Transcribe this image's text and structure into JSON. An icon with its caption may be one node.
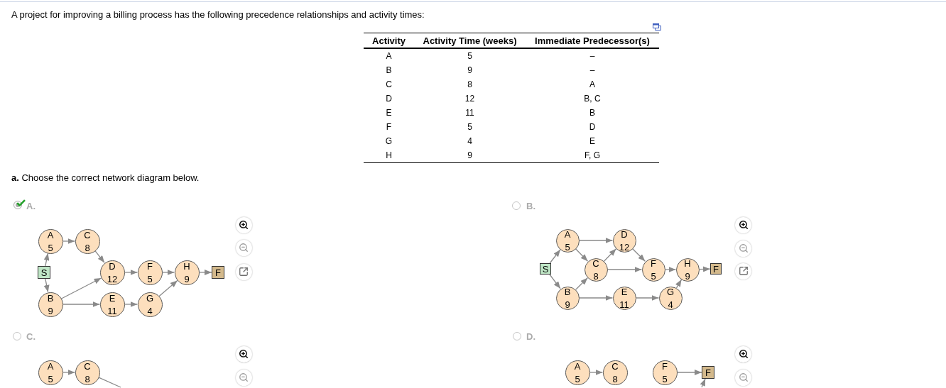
{
  "diagram": {
    "nodes": [
      {
        "text": [
          "A",
          "5"
        ]
      },
      {
        "text": [
          "C",
          "8"
        ]
      },
      {
        "text": [
          "S"
        ]
      },
      {
        "text": [
          "D",
          "12"
        ]
      },
      {
        "text": [
          "F",
          "5"
        ]
      },
      {
        "text": [
          "H",
          "9"
        ]
      },
      {
        "text": [
          "F"
        ]
      },
      {
        "text": [
          "B",
          "9"
        ]
      },
      {
        "text": [
          "E",
          "11"
        ]
      },
      {
        "text": [
          "G",
          "4"
        ]
      },
      {
        "text": [
          "A",
          "5"
        ]
      },
      {
        "text": [
          "D",
          "12"
        ]
      },
      {
        "text": [
          "S"
        ]
      },
      {
        "text": [
          "C",
          "8"
        ]
      },
      {
        "text": [
          "F",
          "5"
        ]
      },
      {
        "text": [
          "H",
          "9"
        ]
      },
      {
        "text": [
          "F"
        ]
      },
      {
        "text": [
          "B",
          "9"
        ]
      },
      {
        "text": [
          "E",
          "11"
        ]
      },
      {
        "text": [
          "G",
          "4"
        ]
      },
      {
        "text": [
          "A",
          "5"
        ]
      },
      {
        "text": [
          "C",
          "8"
        ]
      },
      {
        "text": [
          "A",
          "5"
        ]
      },
      {
        "text": [
          "C",
          "8"
        ]
      },
      {
        "text": [
          "F",
          "5"
        ]
      },
      {
        "text": [
          "F"
        ]
      }
    ],
    "edges": [
      {
        "from": 2,
        "to": 0,
        "arrow": "to"
      },
      {
        "from": 2,
        "to": 7,
        "arrow": "to"
      },
      {
        "from": 0,
        "to": 1,
        "arrow": "to"
      },
      {
        "from": 1,
        "to": 3,
        "arrow": "to"
      },
      {
        "from": 7,
        "to": 3,
        "arrow": "to"
      },
      {
        "from": 7,
        "to": 8,
        "arrow": "to"
      },
      {
        "from": 3,
        "to": 4,
        "arrow": "to"
      },
      {
        "from": 4,
        "to": 5,
        "arrow": "to"
      },
      {
        "from": 8,
        "to": 9,
        "arrow": "to"
      },
      {
        "from": 9,
        "to": 5,
        "arrow": "to"
      },
      {
        "from": 5,
        "to": 6,
        "arrow": "to"
      },
      {
        "from": 12,
        "to": 10,
        "arrow": "to"
      },
      {
        "from": 12,
        "to": 17,
        "arrow": "to"
      },
      {
        "from": 10,
        "to": 11,
        "arrow": "to"
      },
      {
        "from": 10,
        "to": 13,
        "arrow": "to"
      },
      {
        "from": 17,
        "to": 13,
        "arrow": "to"
      },
      {
        "from": 17,
        "to": 18,
        "arrow": "to"
      },
      {
        "from": 13,
        "to": 11,
        "arrow": "to"
      },
      {
        "from": 13,
        "to": 14,
        "arrow": "to"
      },
      {
        "from": 11,
        "to": 14,
        "arrow": "to"
      },
      {
        "from": 14,
        "to": 15,
        "arrow": "to"
      },
      {
        "from": 18,
        "to": 19,
        "arrow": "to"
      },
      {
        "from": 19,
        "to": 15,
        "arrow": "to"
      },
      {
        "from": 15,
        "to": 16,
        "arrow": "to"
      },
      {
        "from": 20,
        "to": 21,
        "arrow": "to"
      },
      {
        "from": 21,
        "to": null,
        "arrow": "none"
      },
      {
        "from": 22,
        "to": 23,
        "arrow": "to"
      },
      {
        "from": 24,
        "to": 25,
        "arrow": "to"
      },
      {
        "from": null,
        "to": 25,
        "arrow": "to"
      }
    ],
    "labels": [
      "A project for improving a billing process has the following precedence relationships and activity times:",
      "Activity",
      "Activity Time (weeks)",
      "Immediate Predecessor(s)",
      "A",
      "5",
      "–",
      "B",
      "9",
      "–",
      "C",
      "8",
      "A",
      "D",
      "12",
      "B, C",
      "E",
      "11",
      "B",
      "F",
      "5",
      "D",
      "G",
      "4",
      "E",
      "H",
      "9",
      "F, G",
      "**a.** Choose the correct network diagram below.",
      "A.",
      "B.",
      "C.",
      "D."
    ]
  }
}
